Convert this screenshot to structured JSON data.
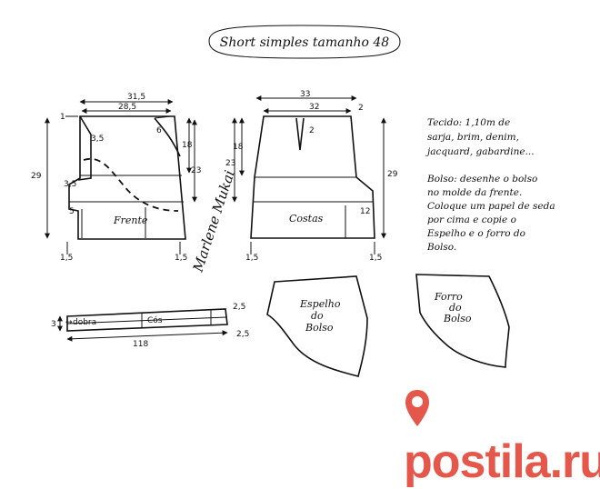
{
  "title": "Short  simples  tamanho  48",
  "front": {
    "label": "Frente",
    "dims": {
      "top_total": "31,5",
      "top_inner": "28,5",
      "left_top": "1",
      "height_left": "29",
      "height_mid": "18",
      "height_right": "23",
      "pocket": "3,5",
      "pocket_side": "6",
      "crotch_small": "3,5",
      "crotch_ext": "5",
      "hem": "1,5"
    }
  },
  "back": {
    "label": "Costas",
    "dims": {
      "top_total": "33",
      "top_inner": "32",
      "corner": "2",
      "dart": "2",
      "height_left": "18",
      "height_left2": "23",
      "height_right": "29",
      "crotch_ext": "12",
      "hem": "1,5"
    }
  },
  "waistband": {
    "label": "Cós",
    "fold_label": "dobra",
    "height": "3",
    "length": "118",
    "end_top": "2,5",
    "end_bottom": "2,5"
  },
  "pocket_facing": {
    "lines": [
      "Espelho",
      "do",
      "Bolso"
    ]
  },
  "pocket_lining": {
    "lines": [
      "Forro",
      "do",
      "Bolso"
    ]
  },
  "notes": {
    "fabric_lines": [
      "Tecido: 1,10m  de",
      "sarja, brim, denim,",
      "jacquard, gabardine..."
    ],
    "pocket_lines": [
      "Bolso: desenhe  o  bolso",
      "no  molde  da  frente.",
      "Coloque  um  papel  de  seda",
      "por  cima  e  copie  o",
      "Espelho  e  o  forro  do",
      "Bolso."
    ]
  },
  "signature": "Marlene Mukai",
  "watermark": "postila.ru",
  "colors": {
    "ink": "#111111",
    "watermark": "#e4574a"
  }
}
